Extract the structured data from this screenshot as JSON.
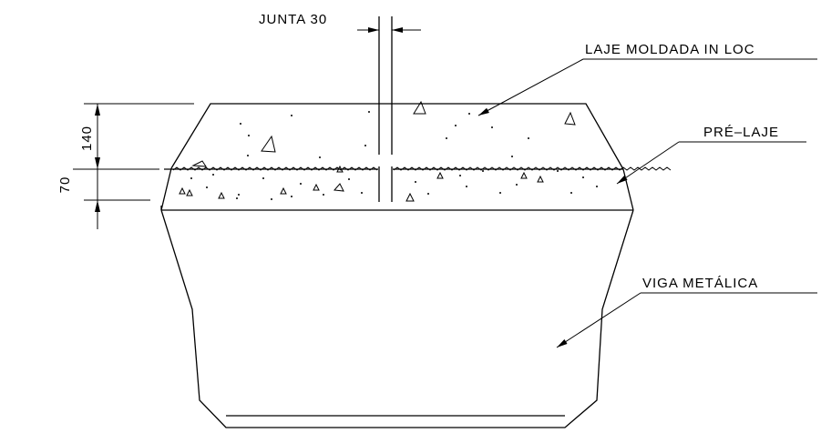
{
  "labels": {
    "joint": "JUNTA 30",
    "slab_cast_in_place": "LAJE MOLDADA IN LOC",
    "precast_slab": "PRÉ–LAJE",
    "steel_beam": "VIGA METÁLICA"
  },
  "dimensions": {
    "upper_layer": "140",
    "lower_layer": "70"
  }
}
